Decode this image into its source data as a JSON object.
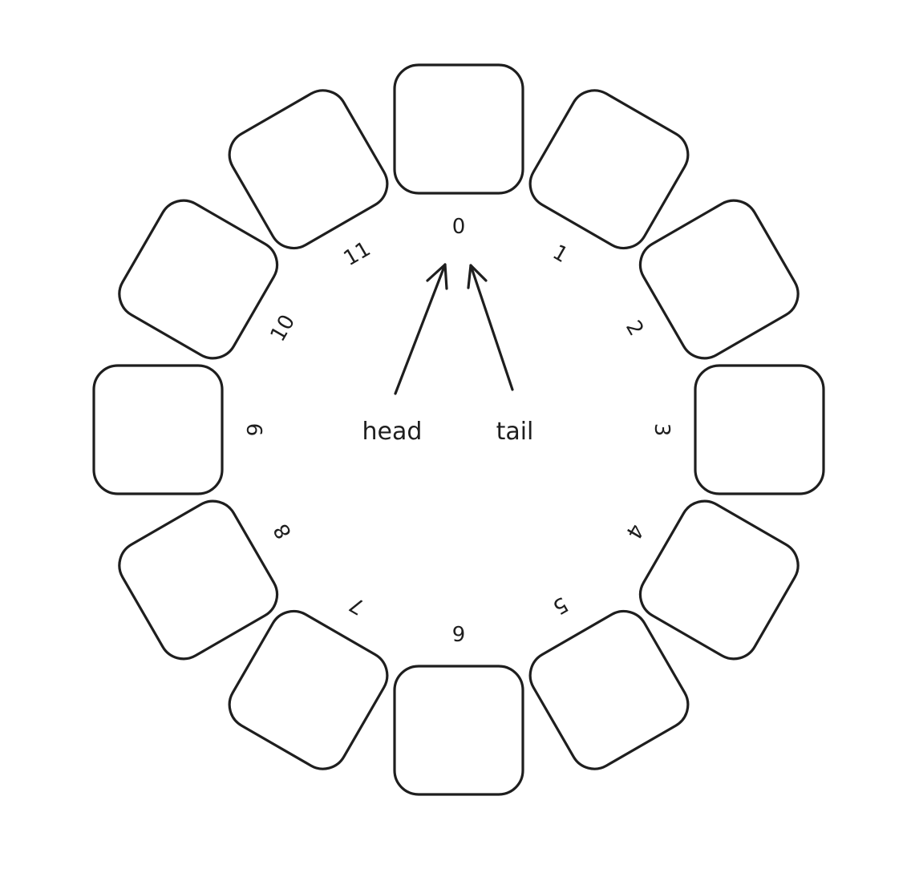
{
  "slots": [
    {
      "index": "0"
    },
    {
      "index": "1"
    },
    {
      "index": "2"
    },
    {
      "index": "3"
    },
    {
      "index": "4"
    },
    {
      "index": "5"
    },
    {
      "index": "6"
    },
    {
      "index": "7"
    },
    {
      "index": "8"
    },
    {
      "index": "9"
    },
    {
      "index": "10"
    },
    {
      "index": "11"
    }
  ],
  "pointers": {
    "head": {
      "label": "head",
      "points_to_index": 0
    },
    "tail": {
      "label": "tail",
      "points_to_index": 0
    }
  },
  "colors": {
    "stroke": "#1e1e1e",
    "background": "#ffffff"
  }
}
